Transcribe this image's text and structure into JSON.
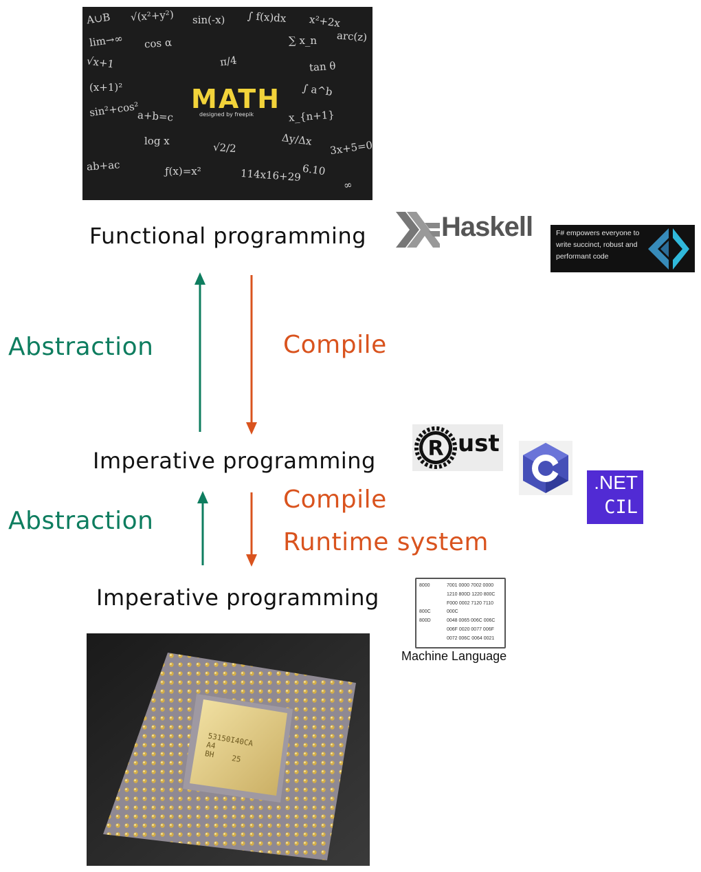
{
  "levels": {
    "top": "Functional programming",
    "middle": "Imperative programming",
    "bottom": "Imperative programming"
  },
  "upper_transition": {
    "up_label": "Abstraction",
    "down_label": "Compile"
  },
  "lower_transition": {
    "up_label": "Abstraction",
    "down_labels": [
      "Compile",
      "Runtime system"
    ]
  },
  "colors": {
    "abstraction": "#0e7d5f",
    "compile": "#d9531e",
    "text": "#111111",
    "dotnet": "#512bd4"
  },
  "math_image": {
    "title": "MATH",
    "credit": "designed by freepik",
    "scribbles": [
      "A∪B",
      "√(x²+y²)",
      "sin(-x)",
      "∫ f(x)dx",
      "x²+2x",
      "lim→∞",
      "cos α",
      "∑ x_n",
      "arc(z)",
      "√x+1",
      "π/4",
      "tan θ",
      "(x+1)²",
      "a+b=c",
      "∫ a^b",
      "sin²+cos²",
      "x_{n+1}",
      "log x",
      "√2/2",
      "Δy/Δx",
      "3x+5=0",
      "ab+ac",
      "ƒ(x)=x²",
      "114x16+29",
      "6.10",
      "∞"
    ]
  },
  "logos": {
    "haskell": "Haskell",
    "fsharp": "F# empowers everyone to write succinct, robust and performant code",
    "rust": "ust",
    "dotnet_line1": ".NET",
    "dotnet_line2": "CIL"
  },
  "machine_language": {
    "rows": [
      {
        "addr": "8000",
        "data": "7001 0000 7002 0000"
      },
      {
        "addr": "",
        "data": "1210 800D 1220 800C"
      },
      {
        "addr": "",
        "data": "F000 0002 7120 7110"
      },
      {
        "addr": "800C",
        "data": "000C"
      },
      {
        "addr": "800D",
        "data": "0048 0065 006C 006C"
      },
      {
        "addr": "",
        "data": "006F 0020 0077 006F"
      },
      {
        "addr": "",
        "data": "0072 006C 0064 0021"
      }
    ],
    "caption": "Machine Language"
  },
  "cpu_image": {
    "lines": [
      "53150I40CA",
      "A4",
      "BH    25"
    ]
  }
}
